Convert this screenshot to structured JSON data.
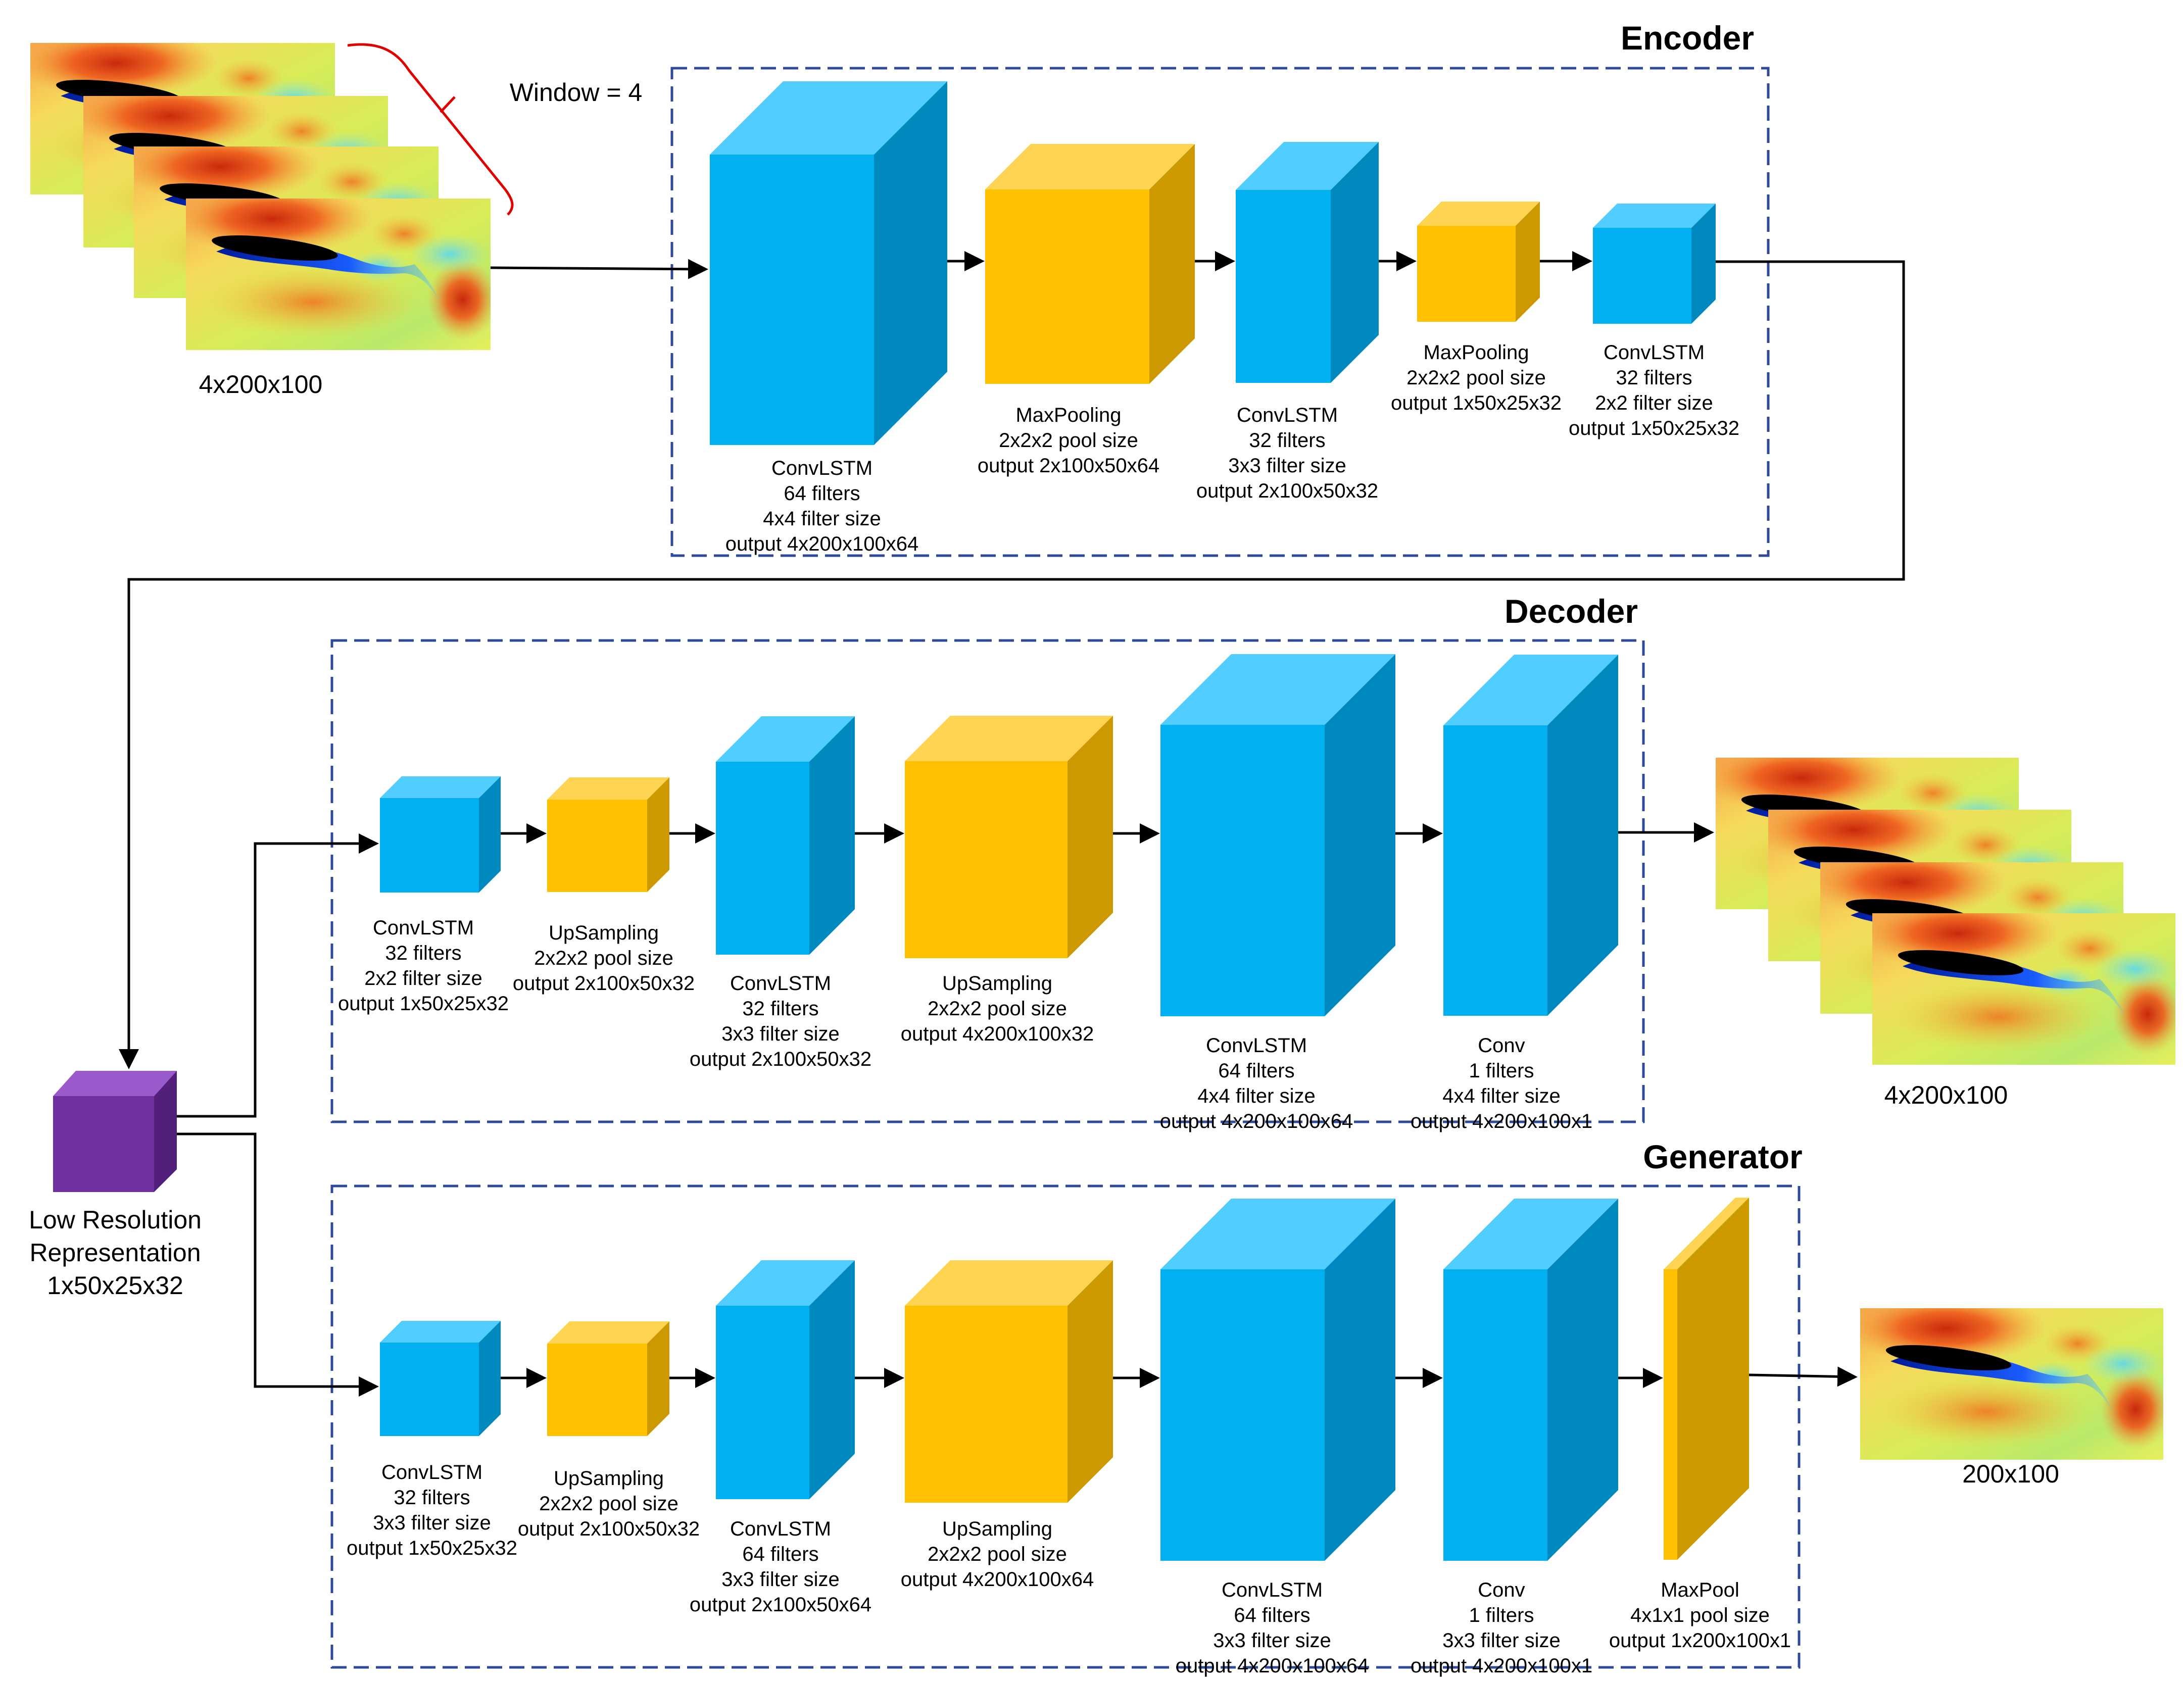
{
  "colors": {
    "conv_front": "#00B0F0",
    "conv_top": "#52CDFF",
    "conv_side": "#0089BF",
    "pool_front": "#FFC000",
    "pool_top": "#FFD452",
    "pool_side": "#CC9A00",
    "latent_front": "#7030A0",
    "latent_top": "#9A5ACB",
    "latent_side": "#52207A",
    "frame": "#2E4A9A",
    "window_bracket": "#E00000"
  },
  "encoder": {
    "title": "Encoder",
    "input": {
      "label": "4x200x100",
      "window": "Window = 4"
    },
    "layers": [
      {
        "kind": "conv",
        "name": "ConvLSTM",
        "l2": "64 filters",
        "l3": "4x4 filter size",
        "l4": "output 4x200x100x64"
      },
      {
        "kind": "pool",
        "name": "MaxPooling",
        "l2": "2x2x2 pool size",
        "l3": "output 2x100x50x64"
      },
      {
        "kind": "conv",
        "name": "ConvLSTM",
        "l2": "32 filters",
        "l3": "3x3 filter size",
        "l4": "output 2x100x50x32"
      },
      {
        "kind": "pool",
        "name": "MaxPooling",
        "l2": "2x2x2 pool size",
        "l3": "output 1x50x25x32"
      },
      {
        "kind": "conv",
        "name": "ConvLSTM",
        "l2": "32 filters",
        "l3": "2x2 filter size",
        "l4": "output 1x50x25x32"
      }
    ]
  },
  "latent": {
    "l1": "Low Resolution",
    "l2": "Representation",
    "l3": "1x50x25x32"
  },
  "decoder": {
    "title": "Decoder",
    "output_label": "4x200x100",
    "layers": [
      {
        "kind": "conv",
        "name": "ConvLSTM",
        "l2": "32 filters",
        "l3": "2x2 filter size",
        "l4": "output 1x50x25x32"
      },
      {
        "kind": "pool",
        "name": "UpSampling",
        "l2": "2x2x2 pool size",
        "l3": "output 2x100x50x32"
      },
      {
        "kind": "conv",
        "name": "ConvLSTM",
        "l2": "32 filters",
        "l3": "3x3 filter size",
        "l4": "output 2x100x50x32"
      },
      {
        "kind": "pool",
        "name": "UpSampling",
        "l2": "2x2x2 pool size",
        "l3": "output 4x200x100x32"
      },
      {
        "kind": "conv",
        "name": "ConvLSTM",
        "l2": "64 filters",
        "l3": "4x4 filter size",
        "l4": "output 4x200x100x64"
      },
      {
        "kind": "conv",
        "name": "Conv",
        "l2": "1 filters",
        "l3": "4x4 filter size",
        "l4": "output 4x200x100x1"
      }
    ]
  },
  "generator": {
    "title": "Generator",
    "output_label": "200x100",
    "layers": [
      {
        "kind": "conv",
        "name": "ConvLSTM",
        "l2": "32 filters",
        "l3": "3x3 filter size",
        "l4": "output 1x50x25x32"
      },
      {
        "kind": "pool",
        "name": "UpSampling",
        "l2": "2x2x2 pool size",
        "l3": "output 2x100x50x32"
      },
      {
        "kind": "conv",
        "name": "ConvLSTM",
        "l2": "64 filters",
        "l3": "3x3 filter size",
        "l4": "output 2x100x50x64"
      },
      {
        "kind": "pool",
        "name": "UpSampling",
        "l2": "2x2x2 pool size",
        "l3": "output 4x200x100x64"
      },
      {
        "kind": "conv",
        "name": "ConvLSTM",
        "l2": "64 filters",
        "l3": "3x3 filter size",
        "l4": "output 4x200x100x64"
      },
      {
        "kind": "conv",
        "name": "Conv",
        "l2": "1 filters",
        "l3": "3x3 filter size",
        "l4": "output 4x200x100x1"
      },
      {
        "kind": "pool",
        "name": "MaxPool",
        "l2": "4x1x1 pool size",
        "l3": "output 1x200x100x1"
      }
    ]
  }
}
